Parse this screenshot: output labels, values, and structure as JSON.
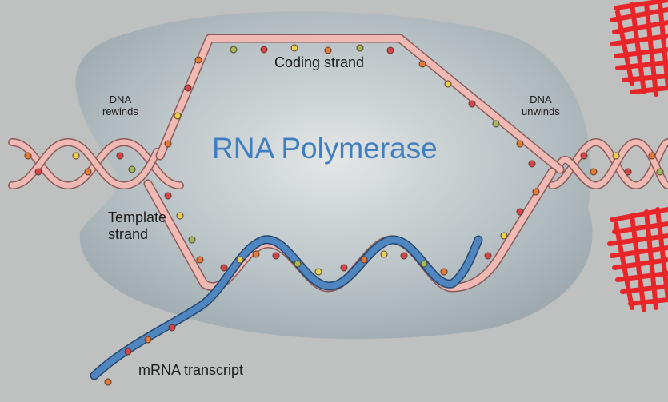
{
  "diagram": {
    "title": "RNA Polymerase",
    "labels": {
      "coding_strand": "Coding strand",
      "dna_rewinds_line1": "DNA",
      "dna_rewinds_line2": "rewinds",
      "dna_unwinds_line1": "DNA",
      "dna_unwinds_line2": "unwinds",
      "template_strand_line1": "Template",
      "template_strand_line2": "strand",
      "mrna_transcript": "mRNA transcript"
    },
    "colors": {
      "background": "#bfc1c1",
      "polymerase_body": "#9eaab0",
      "dna_strand": "#f0b9b3",
      "rna_strand": "#4f86bf",
      "title_text": "#3f7fc1",
      "annotation_scribble": "#e8262a",
      "nucleotide_red": "#d8434a",
      "nucleotide_orange": "#e37b35",
      "nucleotide_yellow": "#e8d24d",
      "nucleotide_green": "#9dbb5a"
    }
  }
}
